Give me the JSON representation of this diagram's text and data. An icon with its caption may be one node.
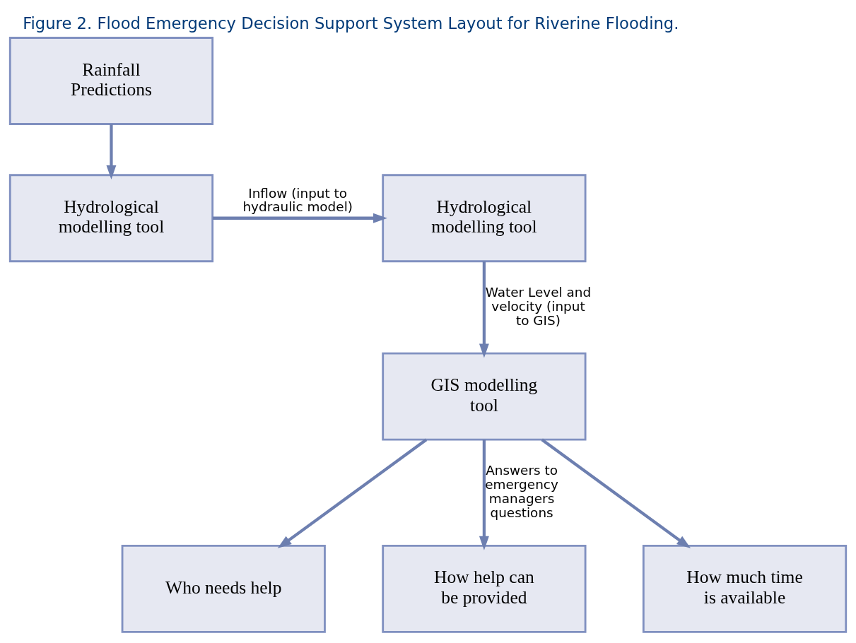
{
  "diagram": {
    "title": "Figure 2. Flood Emergency Decision Support System Layout for Riverine Flooding.",
    "nodes": [
      {
        "text": [
          "Rainfall Predictions"
        ]
      },
      {
        "text": [
          "Hydrological modelling tool"
        ]
      },
      {
        "text": [
          "Hydrological modelling tool"
        ]
      },
      {
        "text": [
          "GIS modelling tool"
        ]
      },
      {
        "text": [
          "Who needs help"
        ]
      },
      {
        "text": [
          "How help can be provided"
        ]
      },
      {
        "text": [
          "How much time is available"
        ]
      }
    ],
    "edges": [
      {
        "from": 0,
        "to": 1,
        "arrow": "to"
      },
      {
        "from": 1,
        "to": 2,
        "arrow": "to",
        "label": "Inflow (input to hydraulic model)"
      },
      {
        "from": 2,
        "to": 3,
        "arrow": "to",
        "label": "Water Level and velocity (input to GIS)"
      },
      {
        "from": 3,
        "to": 4,
        "arrow": "to"
      },
      {
        "from": 3,
        "to": 5,
        "arrow": "to",
        "label": "Answers to emergency managers questions"
      },
      {
        "from": 3,
        "to": 6,
        "arrow": "to"
      }
    ]
  }
}
